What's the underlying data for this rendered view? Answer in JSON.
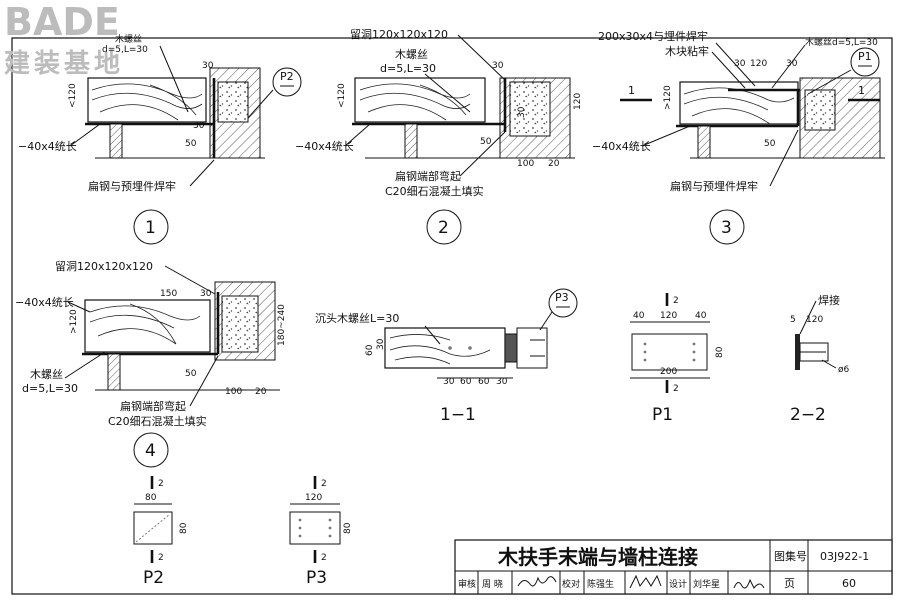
{
  "logo": {
    "brand": "BADE",
    "sub": "建装基地"
  },
  "details": {
    "d1": {
      "screw": "木螺丝",
      "screw_spec": "d=5,L=30",
      "bar": "−40x4统长",
      "weld": "扁钢与预埋件焊牢",
      "p2": "P2",
      "num": "1",
      "dims": {
        "a": "30",
        "b": "<120",
        "c": "30",
        "d": "50"
      }
    },
    "d2": {
      "hole": "留洞120x120x120",
      "screw": "木螺丝",
      "screw_spec": "d=5,L=30",
      "bar": "−40x4统长",
      "note1": "扁钢端部弯起",
      "note2": "C20细石混凝土填实",
      "num": "2",
      "dims": {
        "a": "30",
        "b": "<120",
        "c": "120",
        "d": "50",
        "e": "30",
        "f": "100",
        "g": "20"
      }
    },
    "d3": {
      "plate": "200x30x4与埋件焊牢",
      "glue": "木块粘牢",
      "screw": "木螺丝d=5,L=30",
      "p1": "P1",
      "sec": "1",
      "bar": "−40x4统长",
      "weld": "扁钢与预埋件焊牢",
      "num": "3",
      "dims": {
        "a": "120",
        "b": "30",
        "c": "30",
        "d": ">120",
        "e": "50"
      }
    },
    "d4": {
      "hole": "留洞120x120x120",
      "bar": "−40x4统长",
      "screw": "木螺丝",
      "screw_spec": "d=5,L=30",
      "note1": "扁钢端部弯起",
      "note2": "C20细石混凝土填实",
      "num": "4",
      "dims": {
        "a": "150",
        "b": "30",
        "c": ">120",
        "d": "180~240",
        "e": "50",
        "f": "100",
        "g": "20"
      }
    },
    "s11": {
      "screw": "沉头木螺丝L=30",
      "p3": "P3",
      "title": "1−1",
      "dims": {
        "a": "60",
        "b": "30",
        "c": "30",
        "d": "60",
        "e": "60",
        "f": "30"
      }
    },
    "p1": {
      "title": "P1",
      "cut": "2",
      "dims": {
        "a": "40",
        "b": "120",
        "c": "40",
        "d": "80",
        "e": "200"
      }
    },
    "s22": {
      "title": "2−2",
      "weld": "焊接",
      "dims": {
        "a": "5",
        "b": "120",
        "c": "ø6"
      }
    },
    "p2": {
      "title": "P2",
      "cut": "2",
      "dims": {
        "a": "80",
        "b": "80"
      }
    },
    "p3": {
      "title": "P3",
      "cut": "2",
      "dims": {
        "a": "120",
        "b": "80"
      }
    }
  },
  "title_block": {
    "title": "木扶手末端与墙柱连接",
    "atlas_label": "图集号",
    "atlas_no": "03J922-1",
    "review_label": "审核",
    "review_name": "周 晓",
    "check_label": "校对",
    "check_name": "陈强生",
    "design_label": "设计",
    "design_name": "刘华星",
    "page_label": "页",
    "page_no": "60"
  }
}
